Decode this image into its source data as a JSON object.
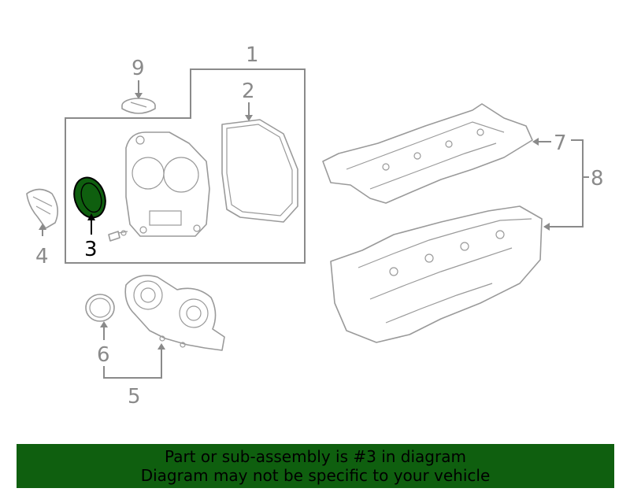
{
  "callouts": {
    "c1": "1",
    "c2": "2",
    "c3": "3",
    "c4": "4",
    "c5": "5",
    "c6": "6",
    "c7": "7",
    "c8": "8",
    "c9": "9"
  },
  "highlight": {
    "part_number": "3",
    "color": "#0f5f0f"
  },
  "banner": {
    "line1": "Part or sub-assembly is #3 in diagram",
    "line2": "Diagram may not be specific to your vehicle",
    "background": "#0f5f0f"
  }
}
